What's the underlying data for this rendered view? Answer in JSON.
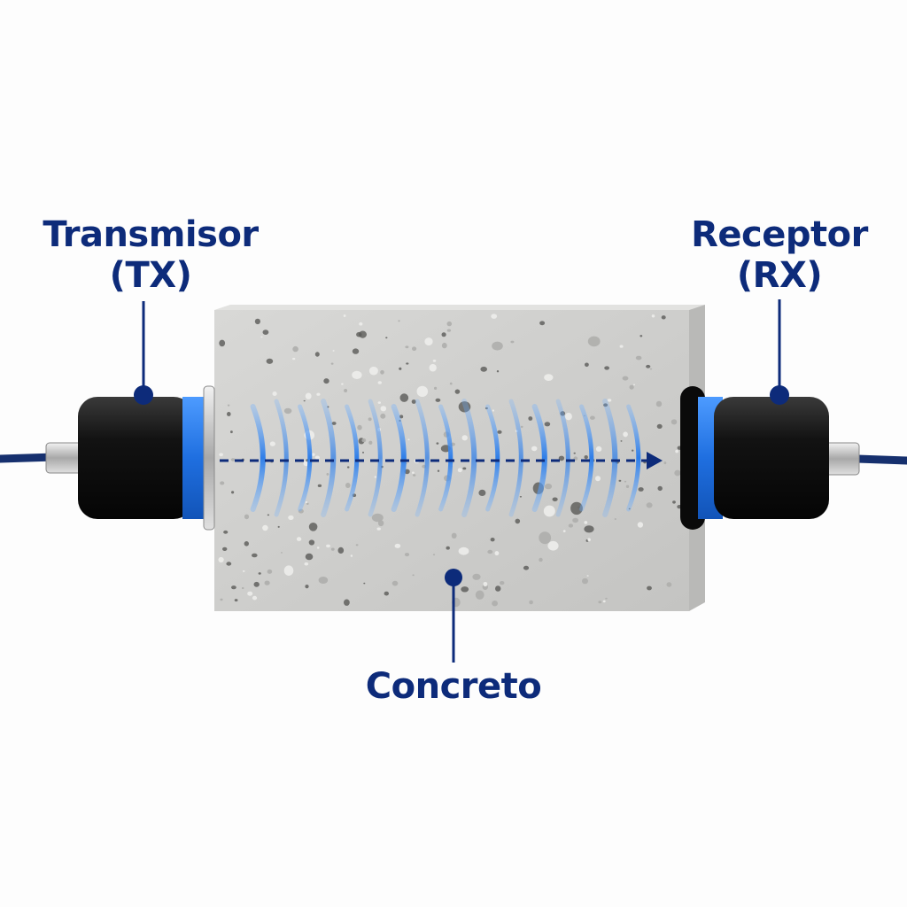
{
  "labels": {
    "transmitter": {
      "line1": "Transmisor",
      "line2": "(TX)"
    },
    "receiver": {
      "line1": "Receptor",
      "line2": "(RX)"
    },
    "medium": "Concreto"
  },
  "colors": {
    "label": "#0d2b7a",
    "wave": "#2f7ee8",
    "transducer_band": "#1f6fe0",
    "transducer_body": "#141414",
    "cable": "#16306e",
    "concrete": "#cfcfcd"
  },
  "diagram": {
    "wave_count": 17,
    "direction": "left-to-right"
  }
}
